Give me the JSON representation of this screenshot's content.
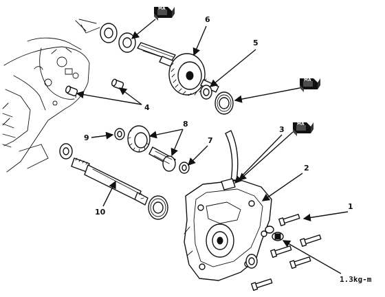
{
  "labels": {
    "c1": "1",
    "c2": "2",
    "c3": "3",
    "c4": "4",
    "c5": "5",
    "c6": "6",
    "c7": "7",
    "c8": "8",
    "c9": "9",
    "c10": "10",
    "torque": "1.3kg-m"
  },
  "grease_badge_text": "MA",
  "colors": {
    "ink": "#111111",
    "paper": "#ffffff"
  }
}
